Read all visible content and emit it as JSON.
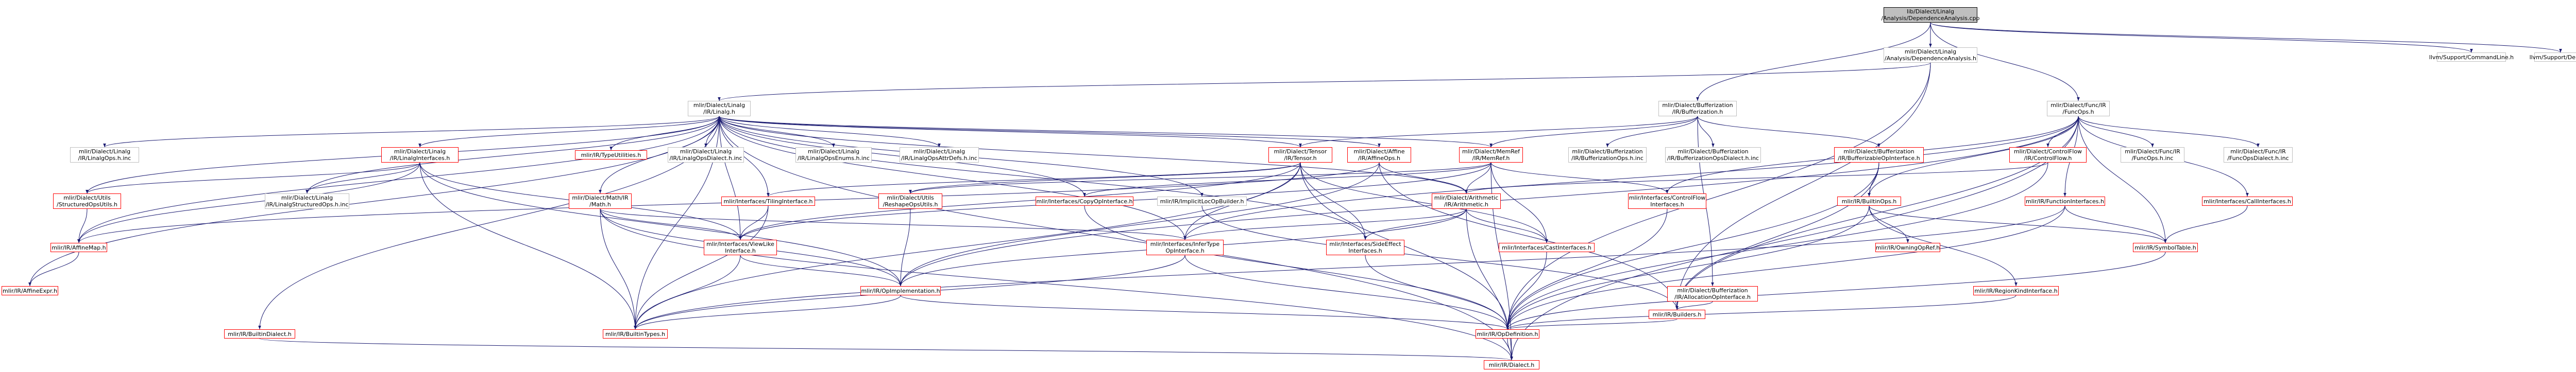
{
  "colors": {
    "edge": "#191970",
    "root_fill": "#bfbfbf",
    "border_ok": "#bfbfbf",
    "border_truncated": "#ff0000"
  },
  "nodes": [
    {
      "id": "root",
      "label": "lib/Dialect/Linalg\n/Analysis/DependenceAnalysis.cpp",
      "style": "root"
    },
    {
      "id": "depan",
      "label": "mlir/Dialect/Linalg\n/Analysis/DependenceAnalysis.h",
      "style": "doc"
    },
    {
      "id": "cmdline",
      "label": "llvm/Support/CommandLine.h",
      "style": "plain"
    },
    {
      "id": "debug",
      "label": "llvm/Support/Debug.h",
      "style": "plain"
    },
    {
      "id": "linalg",
      "label": "mlir/Dialect/Linalg\n/IR/Linalg.h",
      "style": "doc"
    },
    {
      "id": "bufferization",
      "label": "mlir/Dialect/Bufferization\n/IR/Bufferization.h",
      "style": "doc"
    },
    {
      "id": "funcops",
      "label": "mlir/Dialect/Func/IR\n/FuncOps.h",
      "style": "doc"
    },
    {
      "id": "linalgops",
      "label": "mlir/Dialect/Linalg\n/IR/LinalgOps.h.inc",
      "style": "plain"
    },
    {
      "id": "linalgifaces",
      "label": "mlir/Dialect/Linalg\n/IR/LinalgInterfaces.h",
      "style": "incomplete"
    },
    {
      "id": "mathh",
      "label": "mlir/Dialect/Math/IR\n/Math.h",
      "style": "incomplete"
    },
    {
      "id": "typeutil",
      "label": "mlir/IR/TypeUtilities.h",
      "style": "incomplete"
    },
    {
      "id": "linalgdialect",
      "label": "mlir/Dialect/Linalg\n/IR/LinalgOpsDialect.h.inc",
      "style": "plain"
    },
    {
      "id": "linalgenums",
      "label": "mlir/Dialect/Linalg\n/IR/LinalgOpsEnums.h.inc",
      "style": "plain"
    },
    {
      "id": "linalgattr",
      "label": "mlir/Dialect/Linalg\n/IR/LinalgOpsAttrDefs.h.inc",
      "style": "plain"
    },
    {
      "id": "tensor",
      "label": "mlir/Dialect/Tensor\n/IR/Tensor.h",
      "style": "incomplete"
    },
    {
      "id": "affineops",
      "label": "mlir/Dialect/Affine\n/IR/AffineOps.h",
      "style": "incomplete"
    },
    {
      "id": "memref",
      "label": "mlir/Dialect/MemRef\n/IR/MemRef.h",
      "style": "incomplete"
    },
    {
      "id": "buffops",
      "label": "mlir/Dialect/Bufferization\n/IR/BufferizationOps.h.inc",
      "style": "plain"
    },
    {
      "id": "buffopsdialect",
      "label": "mlir/Dialect/Bufferization\n/IR/BufferizationOpsDialect.h.inc",
      "style": "plain"
    },
    {
      "id": "bufferizable",
      "label": "mlir/Dialect/Bufferization\n/IR/BufferizableOpInterface.h",
      "style": "incomplete"
    },
    {
      "id": "controlflow",
      "label": "mlir/Dialect/ControlFlow\n/IR/ControlFlow.h",
      "style": "incomplete"
    },
    {
      "id": "funcopsinc",
      "label": "mlir/Dialect/Func/IR\n/FuncOps.h.inc",
      "style": "plain"
    },
    {
      "id": "funcdialect",
      "label": "mlir/Dialect/Func/IR\n/FuncOpsDialect.h.inc",
      "style": "plain"
    },
    {
      "id": "utilsstruct",
      "label": "mlir/Dialect/Utils\n/StructuredOpsUtils.h",
      "style": "incomplete"
    },
    {
      "id": "linalgstructops",
      "label": "mlir/Dialect/Linalg\n/IR/LinalgStructuredOps.h.inc",
      "style": "plain"
    },
    {
      "id": "tilingiface",
      "label": "mlir/Interfaces/TilingInterface.h",
      "style": "incomplete"
    },
    {
      "id": "utilsreshape",
      "label": "mlir/Dialect/Utils\n/ReshapeOpsUtils.h",
      "style": "incomplete"
    },
    {
      "id": "copyiface",
      "label": "mlir/Interfaces/CopyOpInterface.h",
      "style": "incomplete"
    },
    {
      "id": "implicitloc",
      "label": "mlir/IR/ImplicitLocOpBuilder.h",
      "style": "doc"
    },
    {
      "id": "arith",
      "label": "mlir/Dialect/Arithmetic\n/IR/Arithmetic.h",
      "style": "incomplete"
    },
    {
      "id": "cfiface",
      "label": "mlir/Interfaces/ControlFlow\nInterfaces.h",
      "style": "incomplete"
    },
    {
      "id": "builtinops",
      "label": "mlir/IR/BuiltinOps.h",
      "style": "incomplete"
    },
    {
      "id": "funciface",
      "label": "mlir/IR/FunctionInterfaces.h",
      "style": "incomplete"
    },
    {
      "id": "calliface",
      "label": "mlir/Interfaces/CallInterfaces.h",
      "style": "incomplete"
    },
    {
      "id": "affinemap",
      "label": "mlir/IR/AffineMap.h",
      "style": "incomplete"
    },
    {
      "id": "affineexpr",
      "label": "mlir/IR/AffineExpr.h",
      "style": "incomplete"
    },
    {
      "id": "viewlike",
      "label": "mlir/Interfaces/ViewLike\nInterface.h",
      "style": "incomplete"
    },
    {
      "id": "infertype",
      "label": "mlir/Interfaces/InferType\nOpInterface.h",
      "style": "incomplete"
    },
    {
      "id": "sideeffect",
      "label": "mlir/Interfaces/SideEffect\nInterfaces.h",
      "style": "incomplete"
    },
    {
      "id": "castiface",
      "label": "mlir/Interfaces/CastInterfaces.h",
      "style": "incomplete"
    },
    {
      "id": "owningop",
      "label": "mlir/IR/OwningOpRef.h",
      "style": "incomplete"
    },
    {
      "id": "symboltable",
      "label": "mlir/IR/SymbolTable.h",
      "style": "incomplete"
    },
    {
      "id": "bufalloc",
      "label": "mlir/Dialect/Bufferization\n/IR/AllocationOpInterface.h",
      "style": "incomplete"
    },
    {
      "id": "opimpl",
      "label": "mlir/IR/OpImplementation.h",
      "style": "incomplete"
    },
    {
      "id": "builders",
      "label": "mlir/IR/Builders.h",
      "style": "incomplete"
    },
    {
      "id": "regionkind",
      "label": "mlir/IR/RegionKindInterface.h",
      "style": "incomplete"
    },
    {
      "id": "builtindialect",
      "label": "mlir/IR/BuiltinDialect.h",
      "style": "incomplete"
    },
    {
      "id": "builtintypes",
      "label": "mlir/IR/BuiltinTypes.h",
      "style": "incomplete"
    },
    {
      "id": "opdef",
      "label": "mlir/IR/OpDefinition.h",
      "style": "incomplete"
    },
    {
      "id": "dialect",
      "label": "mlir/IR/Dialect.h",
      "style": "incomplete"
    }
  ],
  "edges": [
    [
      "root",
      "depan"
    ],
    [
      "root",
      "cmdline"
    ],
    [
      "root",
      "debug"
    ],
    [
      "root",
      "bufferization"
    ],
    [
      "root",
      "funcops"
    ],
    [
      "depan",
      "linalg"
    ],
    [
      "depan",
      "builders"
    ],
    [
      "depan",
      "opdef"
    ],
    [
      "linalg",
      "linalgops"
    ],
    [
      "linalg",
      "linalgifaces"
    ],
    [
      "linalg",
      "mathh"
    ],
    [
      "linalg",
      "typeutil"
    ],
    [
      "linalg",
      "linalgdialect"
    ],
    [
      "linalg",
      "linalgenums"
    ],
    [
      "linalg",
      "linalgattr"
    ],
    [
      "linalg",
      "tensor"
    ],
    [
      "linalg",
      "affineops"
    ],
    [
      "linalg",
      "memref"
    ],
    [
      "linalg",
      "utilsstruct"
    ],
    [
      "linalg",
      "tilingiface"
    ],
    [
      "linalg",
      "copyiface"
    ],
    [
      "linalg",
      "implicitloc"
    ],
    [
      "linalg",
      "arith"
    ],
    [
      "linalg",
      "affinemap"
    ],
    [
      "linalg",
      "affineexpr"
    ],
    [
      "linalg",
      "viewlike"
    ],
    [
      "linalg",
      "infertype"
    ],
    [
      "linalg",
      "sideeffect"
    ],
    [
      "linalg",
      "builtindialect"
    ],
    [
      "linalg",
      "builtintypes"
    ],
    [
      "linalg",
      "dialect"
    ],
    [
      "linalg",
      "linalgstructops"
    ],
    [
      "bufferization",
      "buffops"
    ],
    [
      "bufferization",
      "buffopsdialect"
    ],
    [
      "bufferization",
      "bufferizable"
    ],
    [
      "bufferization",
      "tensor"
    ],
    [
      "bufferization",
      "memref"
    ],
    [
      "bufferization",
      "bufalloc"
    ],
    [
      "funcops",
      "controlflow"
    ],
    [
      "funcops",
      "funcopsinc"
    ],
    [
      "funcops",
      "funcdialect"
    ],
    [
      "funcops",
      "builtinops"
    ],
    [
      "funcops",
      "funciface"
    ],
    [
      "funcops",
      "calliface"
    ],
    [
      "funcops",
      "cfiface"
    ],
    [
      "funcops",
      "symboltable"
    ],
    [
      "funcops",
      "infertype"
    ],
    [
      "funcops",
      "opimpl"
    ],
    [
      "funcops",
      "builders"
    ],
    [
      "funcops",
      "dialect"
    ],
    [
      "linalgifaces",
      "utilsstruct"
    ],
    [
      "linalgifaces",
      "affinemap"
    ],
    [
      "linalgifaces",
      "viewlike"
    ],
    [
      "linalgifaces",
      "builtintypes"
    ],
    [
      "linalgifaces",
      "opimpl"
    ],
    [
      "linalgifaces",
      "linalgstructops"
    ],
    [
      "mathh",
      "infertype"
    ],
    [
      "mathh",
      "viewlike"
    ],
    [
      "mathh",
      "builtintypes"
    ],
    [
      "mathh",
      "opimpl"
    ],
    [
      "mathh",
      "dialect"
    ],
    [
      "tensor",
      "utilsreshape"
    ],
    [
      "tensor",
      "tilingiface"
    ],
    [
      "tensor",
      "castiface"
    ],
    [
      "tensor",
      "infertype"
    ],
    [
      "tensor",
      "sideeffect"
    ],
    [
      "tensor",
      "viewlike"
    ],
    [
      "tensor",
      "builtintypes"
    ],
    [
      "tensor",
      "opdef"
    ],
    [
      "affineops",
      "affinemap"
    ],
    [
      "affineops",
      "arith"
    ],
    [
      "affineops",
      "opimpl"
    ],
    [
      "affineops",
      "builders"
    ],
    [
      "memref",
      "arith"
    ],
    [
      "memref",
      "cfiface"
    ],
    [
      "memref",
      "copyiface"
    ],
    [
      "memref",
      "castiface"
    ],
    [
      "memref",
      "viewlike"
    ],
    [
      "memref",
      "utilsreshape"
    ],
    [
      "memref",
      "dialect"
    ],
    [
      "bufferizable",
      "builtinops"
    ],
    [
      "bufferizable",
      "builders"
    ],
    [
      "bufferizable",
      "opdef"
    ],
    [
      "controlflow",
      "arith"
    ],
    [
      "controlflow",
      "opdef"
    ],
    [
      "utilsstruct",
      "affinemap"
    ],
    [
      "tilingiface",
      "viewlike"
    ],
    [
      "tilingiface",
      "builtintypes"
    ],
    [
      "utilsreshape",
      "opimpl"
    ],
    [
      "copyiface",
      "opdef"
    ],
    [
      "implicitloc",
      "builders"
    ],
    [
      "arith",
      "castiface"
    ],
    [
      "arith",
      "infertype"
    ],
    [
      "arith",
      "sideeffect"
    ],
    [
      "arith",
      "opimpl"
    ],
    [
      "arith",
      "dialect"
    ],
    [
      "cfiface",
      "opdef"
    ],
    [
      "builtinops",
      "owningop"
    ],
    [
      "builtinops",
      "symboltable"
    ],
    [
      "builtinops",
      "regionkind"
    ],
    [
      "builtinops",
      "opdef"
    ],
    [
      "funciface",
      "symboltable"
    ],
    [
      "funciface",
      "builtintypes"
    ],
    [
      "funciface",
      "opdef"
    ],
    [
      "calliface",
      "symboltable"
    ],
    [
      "affinemap",
      "affineexpr"
    ],
    [
      "viewlike",
      "opimpl"
    ],
    [
      "viewlike",
      "builtintypes"
    ],
    [
      "infertype",
      "opdef"
    ],
    [
      "infertype",
      "builtintypes"
    ],
    [
      "sideeffect",
      "opdef"
    ],
    [
      "castiface",
      "opdef"
    ],
    [
      "symboltable",
      "opdef"
    ],
    [
      "bufalloc",
      "builders"
    ],
    [
      "opimpl",
      "opdef"
    ],
    [
      "opimpl",
      "builtintypes"
    ],
    [
      "builders",
      "opdef"
    ],
    [
      "regionkind",
      "opdef"
    ],
    [
      "builtindialect",
      "dialect"
    ],
    [
      "opdef",
      "dialect"
    ]
  ]
}
